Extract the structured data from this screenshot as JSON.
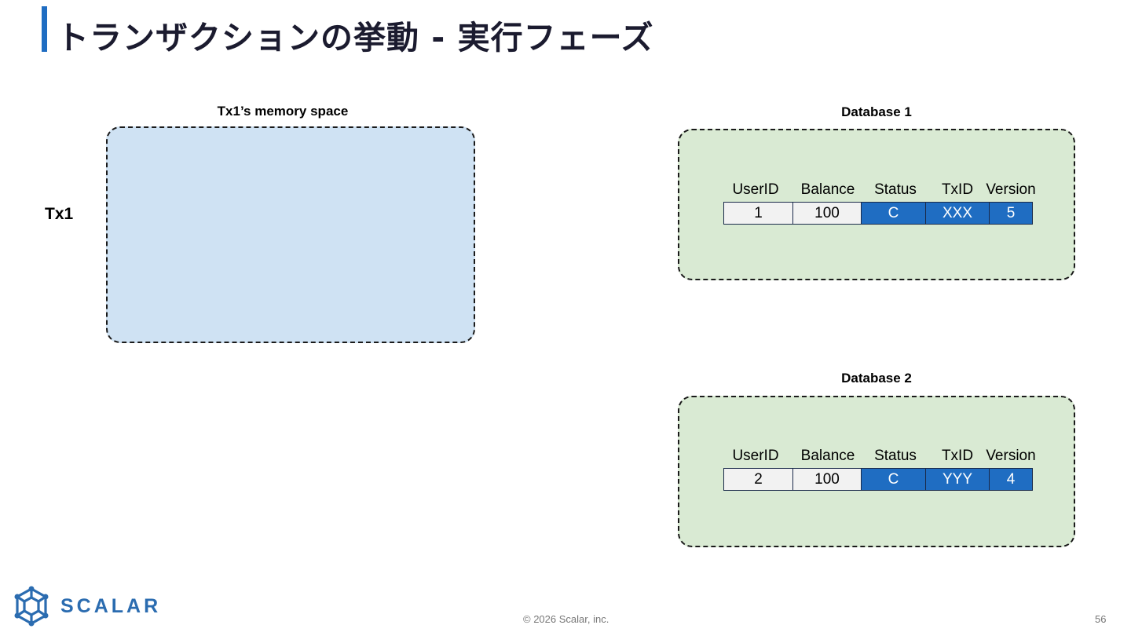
{
  "slide": {
    "title": "トランザクションの挙動 - 実行フェーズ",
    "footer": "© 2026 Scalar, inc.",
    "page_number": "56",
    "accent_color": "#1f6dc2"
  },
  "brand": {
    "logo_text": "SCALAR",
    "logo_icon": "scalar-logo-icon"
  },
  "tx": {
    "label": "Tx1",
    "memory_caption": "Tx1’s memory space",
    "memory_color": "#cfe2f3"
  },
  "databases": [
    {
      "caption": "Database 1",
      "headers": [
        "UserID",
        "Balance",
        "Status",
        "TxID",
        "Version"
      ],
      "row": [
        "1",
        "100",
        "C",
        "XXX",
        "5"
      ]
    },
    {
      "caption": "Database 2",
      "headers": [
        "UserID",
        "Balance",
        "Status",
        "TxID",
        "Version"
      ],
      "row": [
        "2",
        "100",
        "C",
        "YYY",
        "4"
      ]
    }
  ],
  "colors": {
    "database_fill": "#d9ead3",
    "metadata_cell": "#1f6dc2",
    "data_cell": "#f2f2f2"
  }
}
